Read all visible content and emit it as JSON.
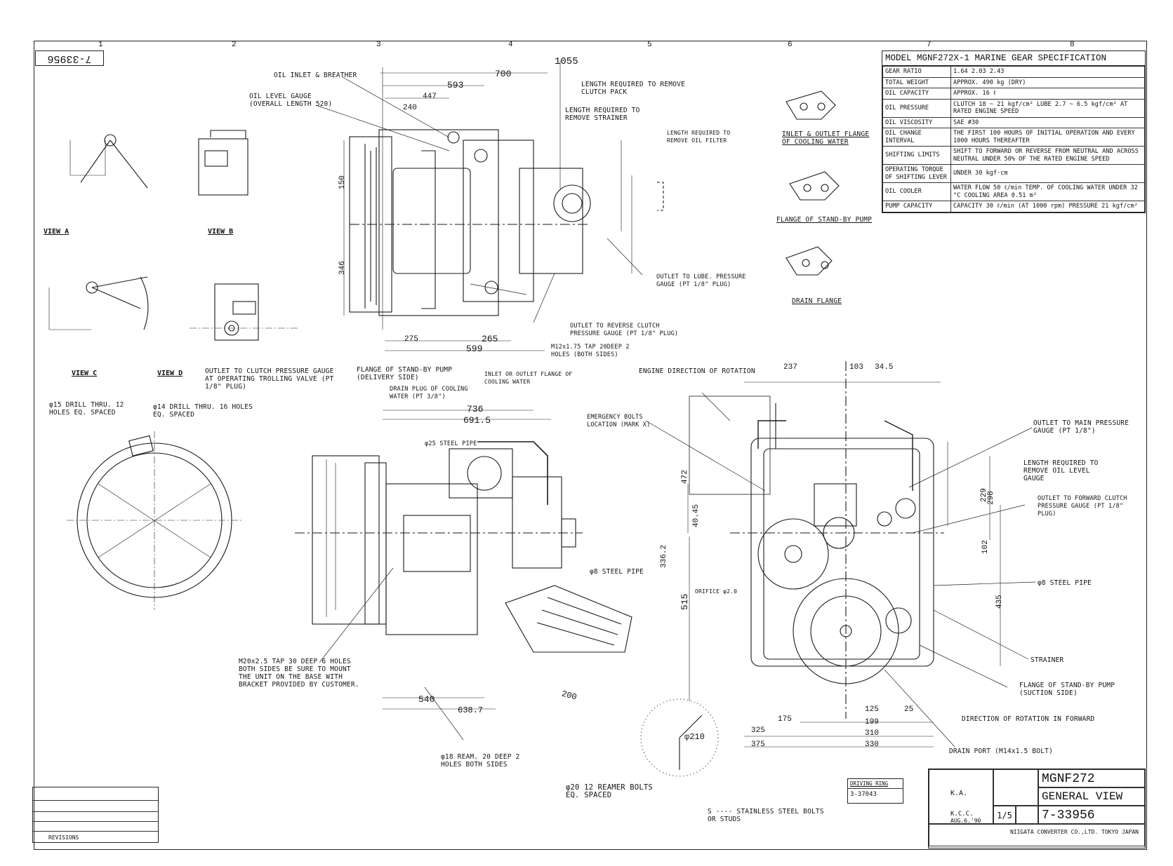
{
  "sheet": {
    "corner_number": "7-33956",
    "zones": [
      "1",
      "2",
      "3",
      "4",
      "5",
      "6",
      "7",
      "8"
    ]
  },
  "spec": {
    "title": "MODEL MGNF272X-1 MARINE GEAR SPECIFICATION",
    "rows": [
      {
        "key": "GEAR RATIO",
        "value": "1.64    2.03    2.43"
      },
      {
        "key": "TOTAL WEIGHT",
        "value": "APPROX. 490 kg (DRY)"
      },
      {
        "key": "OIL CAPACITY",
        "value": "APPROX. 16 ℓ"
      },
      {
        "key": "OIL PRESSURE",
        "value": "CLUTCH 18 ~ 21 kgf/cm²  LUBE 2.7 ~ 6.5 kgf/cm²  AT RATED ENGINE SPEED"
      },
      {
        "key": "OIL VISCOSITY",
        "value": "SAE #30"
      },
      {
        "key": "OIL CHANGE INTERVAL",
        "value": "THE FIRST 100 HOURS OF INITIAL OPERATION AND EVERY 1000 HOURS THEREAFTER"
      },
      {
        "key": "SHIFTING LIMITS",
        "value": "SHIFT TO FORWARD OR REVERSE FROM NEUTRAL AND ACROSS NEUTRAL UNDER 50% OF THE RATED ENGINE SPEED"
      },
      {
        "key": "OPERATING TORQUE OF SHIFTING LEVER",
        "value": "UNDER 30 kgf·cm"
      },
      {
        "key": "OIL COOLER",
        "value": "WATER FLOW 50 ℓ/min  TEMP. OF COOLING WATER UNDER 32 °C  COOLING AREA 0.51 m²"
      },
      {
        "key": "PUMP CAPACITY",
        "value": "CAPACITY 30 ℓ/min (AT 1000 rpm)  PRESSURE 21 kgf/cm²"
      }
    ]
  },
  "views": {
    "view_a": "VIEW A",
    "view_b": "VIEW B",
    "view_c": "VIEW C",
    "view_d": "VIEW D"
  },
  "notes": {
    "oil_inlet": "OIL INLET & BREATHER",
    "oil_level_gauge": "OIL LEVEL GAUGE (OVERALL LENGTH 520)",
    "clutch_pack": "LENGTH REQUIRED TO REMOVE CLUTCH PACK",
    "strainer_len": "LENGTH REQUIRED TO REMOVE STRAINER",
    "oil_filter": "LENGTH REQUIRED TO REMOVE OIL FILTER",
    "inlet_outlet_flange": "INLET & OUTLET FLANGE OF COOLING WATER",
    "flange_standby": "FLANGE OF STAND-BY PUMP",
    "drain_flange": "DRAIN FLANGE",
    "lube_outlet": "OUTLET TO LUBE. PRESSURE GAUGE (PT 1/8\" PLUG)",
    "reverse_outlet": "OUTLET TO REVERSE CLUTCH PRESSURE GAUGE (PT 1/8\" PLUG)",
    "m12_tap": "M12x1.75 TAP 20DEEP 2 HOLES (BOTH SIDES)",
    "clutch_trolling": "OUTLET TO CLUTCH PRESSURE GAUGE AT OPERATING TROLLING VALVE (PT 1/8\" PLUG)",
    "delivery": "FLANGE OF STAND-BY PUMP (DELIVERY SIDE)",
    "cooling_flange": "INLET OR OUTLET FLANGE OF COOLING WATER",
    "drain_plug": "DRAIN PLUG OF COOLING WATER (PT 3/8\")",
    "engine_rotation": "ENGINE DIRECTION OF ROTATION",
    "emergency_bolts": "EMERGENCY BOLTS LOCATION (MARK X)",
    "steel_pipe_25": "φ25 STEEL PIPE",
    "steel_pipe_8": "φ8 STEEL PIPE",
    "main_pressure": "OUTLET TO MAIN PRESSURE GAUGE (PT 1/8\")",
    "remove_gauge": "LENGTH REQUIRED TO REMOVE OIL LEVEL GAUGE",
    "forward_outlet": "OUTLET TO FORWARD CLUTCH PRESSURE GAUGE (PT 1/8\" PLUG)",
    "steel_pipe_8b": "φ8 STEEL PIPE",
    "strainer": "STRAINER",
    "suction": "FLANGE OF STAND-BY PUMP (SUCTION SIDE)",
    "rotation_forward": "DIRECTION OF ROTATION IN FORWARD",
    "drain_port": "DRAIN PORT (M14x1.5 BOLT)",
    "m20_tap": "M20x2.5 TAP 30 DEEP 6 HOLES BOTH SIDES BE SURE TO MOUNT THE UNIT ON THE BASE WITH BRACKET PROVIDED BY CUSTOMER.",
    "ream": "φ18 REAM. 20 DEEP 2 HOLES BOTH SIDES",
    "reamer_bolts": "φ20 12 REAMER BOLTS EQ. SPACED",
    "stainless": "S ---- STAINLESS STEEL BOLTS OR STUDS",
    "drill_15": "φ15 DRILL THRU. 12 HOLES EQ. SPACED",
    "drill_14": "φ14 DRILL THRU. 16 HOLES EQ. SPACED",
    "orifice": "ORIFICE φ2.0"
  },
  "dims": {
    "d1055": "1055",
    "d700": "700",
    "d593": "593",
    "d447": "447",
    "d240": "240",
    "d275": "275",
    "d265": "265",
    "d599": "599",
    "d736": "736",
    "d6915": "691.5",
    "d540": "540",
    "d6387": "638.7",
    "d237": "237",
    "d103": "103",
    "d345": "34.5",
    "d325": "325",
    "d375": "375",
    "d175": "175",
    "d199": "199",
    "d310": "310",
    "d330": "330",
    "d125": "125",
    "d25": "25",
    "d200": "200",
    "d3362": "336.2",
    "d515": "515",
    "d435": "435",
    "d102": "102",
    "d229": "229",
    "d298": "298",
    "d472": "472",
    "d4045": "40.45",
    "d150": "150",
    "d346": "346",
    "d210": "φ210"
  },
  "title_block": {
    "model": "MGNF272",
    "title": "GENERAL VIEW",
    "drawing_no": "7-33956",
    "scale": "1/5",
    "company": "NIIGATA CONVERTER CO.,LTD. TOKYO JAPAN",
    "date": "AUG.6.'90",
    "sign1": "K.A.",
    "sign2": "K.C.C."
  },
  "driving_ring": {
    "label": "DRIVING RING",
    "number": "3-37043"
  },
  "revisions": {
    "label": "REVISIONS"
  }
}
